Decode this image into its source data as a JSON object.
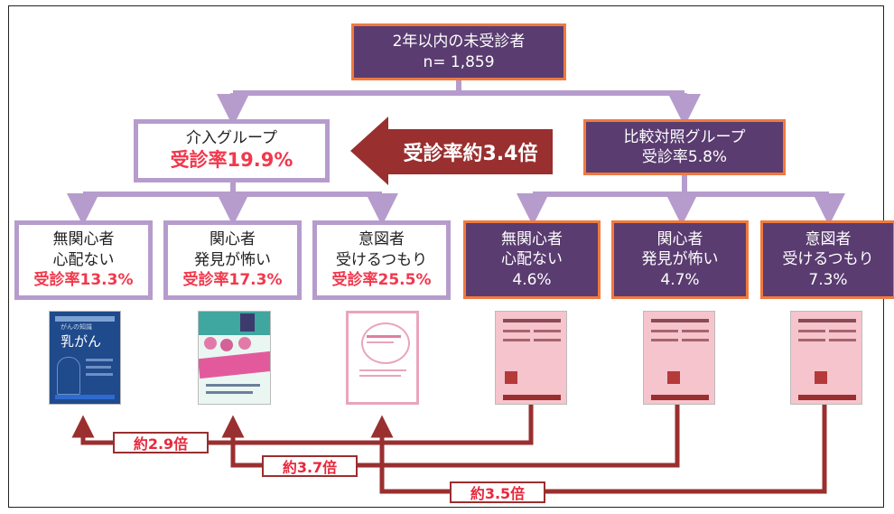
{
  "top": {
    "line1": "2年以内の未受診者",
    "line2": "n= 1,859"
  },
  "intervention": {
    "title": "介入グループ",
    "rate": "受診率19.9%"
  },
  "control": {
    "title": "比較対照グループ",
    "rate": "受診率5.8%"
  },
  "comparison_arrow": "受診率約3.4倍",
  "intervention_subgroups": [
    {
      "line1": "無関心者",
      "line2": "心配ない",
      "rate": "受診率13.3%"
    },
    {
      "line1": "関心者",
      "line2": "発見が怖い",
      "rate": "受診率17.3%"
    },
    {
      "line1": "意図者",
      "line2": "受けるつもり",
      "rate": "受診率25.5%"
    }
  ],
  "control_subgroups": [
    {
      "line1": "無関心者",
      "line2": "心配ない",
      "rate": "4.6%"
    },
    {
      "line1": "関心者",
      "line2": "発見が怖い",
      "rate": "4.7%"
    },
    {
      "line1": "意図者",
      "line2": "受けるつもり",
      "rate": "7.3%"
    }
  ],
  "ratios": [
    "約2.9倍",
    "約3.7倍",
    "約3.5倍"
  ],
  "booklet1": {
    "title": "乳がん",
    "header": "がんの知識"
  },
  "colors": {
    "dark": "#5a3c70",
    "orange_border": "#f07a3e",
    "light_border": "#b69ccd",
    "rate_red": "#f2384c",
    "arrow_red": "#9a2f2f"
  }
}
